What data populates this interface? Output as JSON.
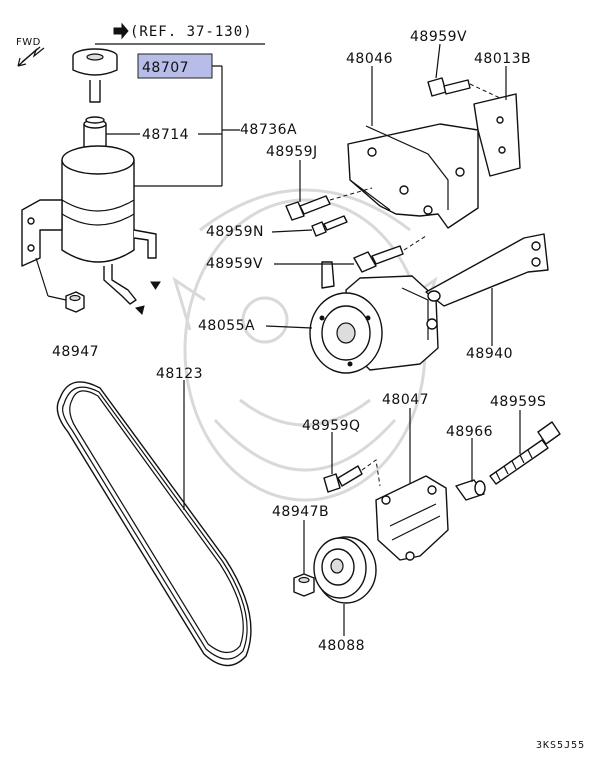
{
  "fwd_label": "FWD",
  "ref_label": "(REF. 37-130)",
  "diagram_code": "3KS5J55",
  "highlight_color": "#b7bde8",
  "parts": {
    "p48707": "48707",
    "p48714": "48714",
    "p48736A": "48736A",
    "p48947": "48947",
    "p48046": "48046",
    "p48959V_top": "48959V",
    "p48013B": "48013B",
    "p48959J": "48959J",
    "p48959N": "48959N",
    "p48959V_mid": "48959V",
    "p48055A": "48055A",
    "p48940": "48940",
    "p48123": "48123",
    "p48047": "48047",
    "p48959S": "48959S",
    "p48959Q": "48959Q",
    "p48966": "48966",
    "p48947B": "48947B",
    "p48088": "48088"
  }
}
